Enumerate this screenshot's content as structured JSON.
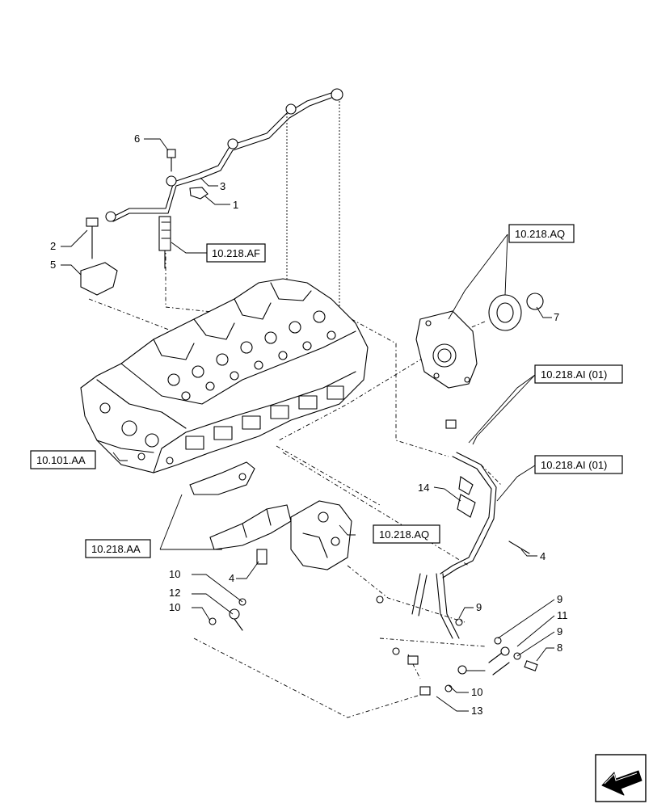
{
  "callouts": {
    "c1": "1",
    "c2": "2",
    "c3": "3",
    "c4a": "4",
    "c4b": "4",
    "c5": "5",
    "c6": "6",
    "c7": "7",
    "c8": "8",
    "c9a": "9",
    "c9b": "9",
    "c9c": "9",
    "c10a": "10",
    "c10b": "10",
    "c10c": "10",
    "c11": "11",
    "c12": "12",
    "c13": "13",
    "c14": "14"
  },
  "refs": {
    "r_218_af": "10.218.AF",
    "r_218_aq_top": "10.218.AQ",
    "r_218_ai_1": "10.218.AI (01)",
    "r_218_ai_2": "10.218.AI (01)",
    "r_101_aa": "10.101.AA",
    "r_218_aa": "10.218.AA",
    "r_218_aq_mid": "10.218.AQ"
  },
  "icons": {
    "corner": "next-page-arrow-icon"
  }
}
